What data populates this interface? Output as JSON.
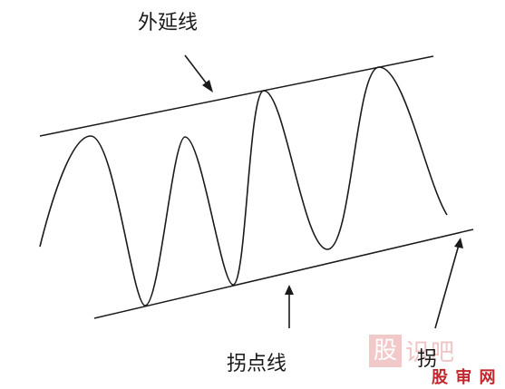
{
  "labels": {
    "outer_line": "外延线",
    "inflection_line": "拐点线",
    "inflection_line_right": "拐"
  },
  "watermark": {
    "box_char": "股",
    "rest": "识吧",
    "sub": "股 审 网"
  },
  "colors": {
    "line": "#1a1a1a",
    "watermark_box": "#f2c9c9",
    "watermark_text": "#f0c4c4",
    "watermark_sub": "#c0282d"
  }
}
